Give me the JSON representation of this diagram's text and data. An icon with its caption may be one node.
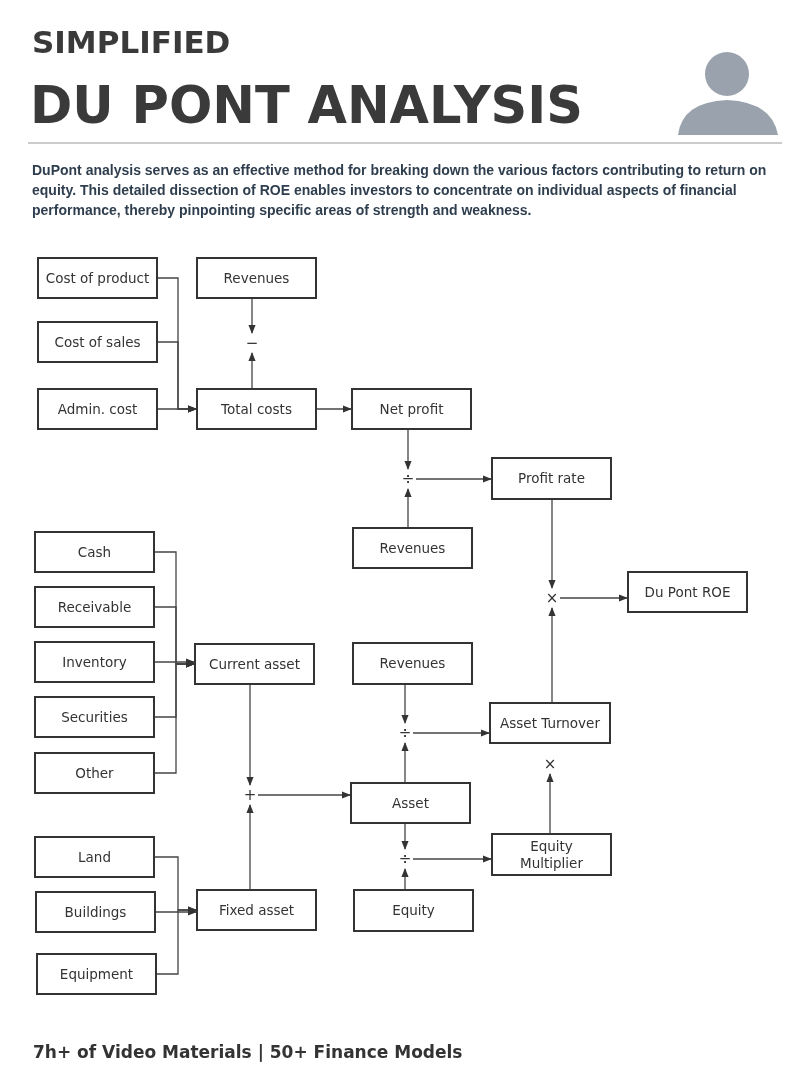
{
  "diagram": {
    "title": "DU PONT ANALYSIS",
    "nodes": [
      {
        "text": [
          "Cost of product"
        ]
      },
      {
        "text": [
          "Cost of sales"
        ]
      },
      {
        "text": [
          "Admin. cost"
        ]
      },
      {
        "text": [
          "Revenues"
        ]
      },
      {
        "text": [
          "−"
        ]
      },
      {
        "text": [
          "Total costs"
        ]
      },
      {
        "text": [
          "Net profit"
        ]
      },
      {
        "text": [
          "÷"
        ]
      },
      {
        "text": [
          "Revenues"
        ]
      },
      {
        "text": [
          "Profit rate"
        ]
      },
      {
        "text": [
          "×"
        ]
      },
      {
        "text": [
          "Du Pont ROE"
        ]
      },
      {
        "text": [
          "Cash"
        ]
      },
      {
        "text": [
          "Receivable"
        ]
      },
      {
        "text": [
          "Inventory"
        ]
      },
      {
        "text": [
          "Securities"
        ]
      },
      {
        "text": [
          "Other"
        ]
      },
      {
        "text": [
          "Current asset"
        ]
      },
      {
        "text": [
          "Revenues"
        ]
      },
      {
        "text": [
          "÷"
        ]
      },
      {
        "text": [
          "Asset Turnover"
        ]
      },
      {
        "text": [
          "×"
        ]
      },
      {
        "text": [
          "+"
        ]
      },
      {
        "text": [
          "Asset"
        ]
      },
      {
        "text": [
          "÷"
        ]
      },
      {
        "text": [
          "Equity Multiplier"
        ]
      },
      {
        "text": [
          "Land"
        ]
      },
      {
        "text": [
          "Buildings"
        ]
      },
      {
        "text": [
          "Equipment"
        ]
      },
      {
        "text": [
          "Fixed asset"
        ]
      },
      {
        "text": [
          "Equity"
        ]
      }
    ],
    "edges": [
      {
        "from": 0,
        "to": 5,
        "arrow": "to"
      },
      {
        "from": 1,
        "to": 5,
        "arrow": "to"
      },
      {
        "from": 2,
        "to": 5,
        "arrow": "to"
      },
      {
        "from": 3,
        "to": 4,
        "arrow": "to"
      },
      {
        "from": 5,
        "to": 4,
        "arrow": "to"
      },
      {
        "from": 5,
        "to": 6,
        "arrow": "to"
      },
      {
        "from": 6,
        "to": 7,
        "arrow": "to"
      },
      {
        "from": 8,
        "to": 7,
        "arrow": "to"
      },
      {
        "from": 7,
        "to": 9,
        "arrow": "to"
      },
      {
        "from": 9,
        "to": 10,
        "arrow": "to"
      },
      {
        "from": 20,
        "to": 10,
        "arrow": "to"
      },
      {
        "from": 10,
        "to": 11,
        "arrow": "to"
      },
      {
        "from": 12,
        "to": 17,
        "arrow": "to"
      },
      {
        "from": 13,
        "to": 17,
        "arrow": "to"
      },
      {
        "from": 14,
        "to": 17,
        "arrow": "to"
      },
      {
        "from": 15,
        "to": 17,
        "arrow": "to"
      },
      {
        "from": 16,
        "to": 17,
        "arrow": "to"
      },
      {
        "from": 17,
        "to": 22,
        "arrow": "to"
      },
      {
        "from": 29,
        "to": 22,
        "arrow": "to"
      },
      {
        "from": 22,
        "to": 23,
        "arrow": "to"
      },
      {
        "from": 18,
        "to": 19,
        "arrow": "to"
      },
      {
        "from": 23,
        "to": 19,
        "arrow": "to"
      },
      {
        "from": 19,
        "to": 20,
        "arrow": "to"
      },
      {
        "from": 23,
        "to": 24,
        "arrow": "to"
      },
      {
        "from": 30,
        "to": 24,
        "arrow": "to"
      },
      {
        "from": 24,
        "to": 25,
        "arrow": "to"
      },
      {
        "from": 25,
        "to": 21,
        "arrow": "to"
      },
      {
        "from": 26,
        "to": 29,
        "arrow": "to"
      },
      {
        "from": 27,
        "to": 29,
        "arrow": "to"
      },
      {
        "from": 28,
        "to": 29,
        "arrow": "to"
      }
    ],
    "labels": [
      "SIMPLIFIED",
      "DuPont analysis serves as an effective method for breaking down the various factors contributing to return on equity. This detailed dissection of ROE enables investors to concentrate on individual aspects of financial performance, thereby pinpointing specific areas of strength and weakness.",
      "7h+ of Video Materials | 50+ Finance Models"
    ]
  }
}
